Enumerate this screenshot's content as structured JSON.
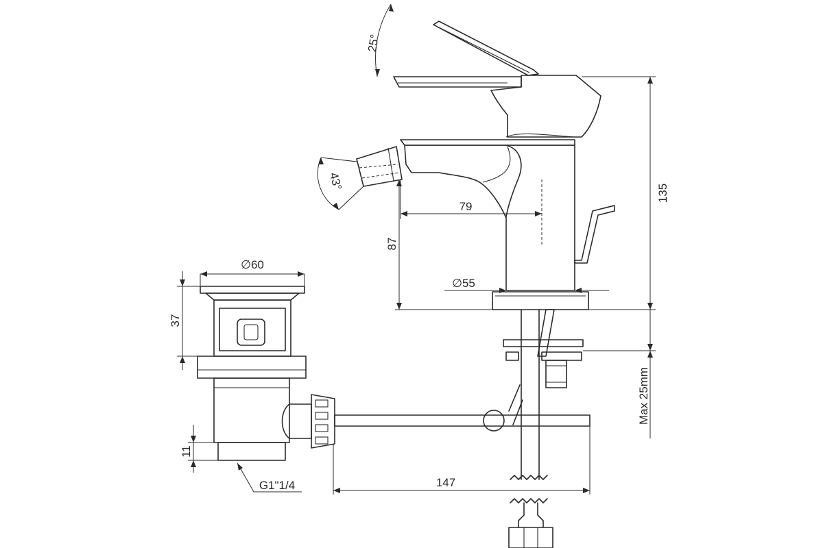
{
  "dimensions": {
    "lever_angle": "25°",
    "spout_angle": "43°",
    "spout_reach": "79",
    "total_height": "135",
    "spout_height": "87",
    "waste_diameter": "∅60",
    "base_diameter": "∅55",
    "waste_height": "37",
    "thread_length": "11",
    "thread_size": "G1\"1/4",
    "rod_length": "147",
    "max_thickness": "Max 25mm"
  },
  "icons": {
    "diameter": "diameter-symbol-icon"
  }
}
